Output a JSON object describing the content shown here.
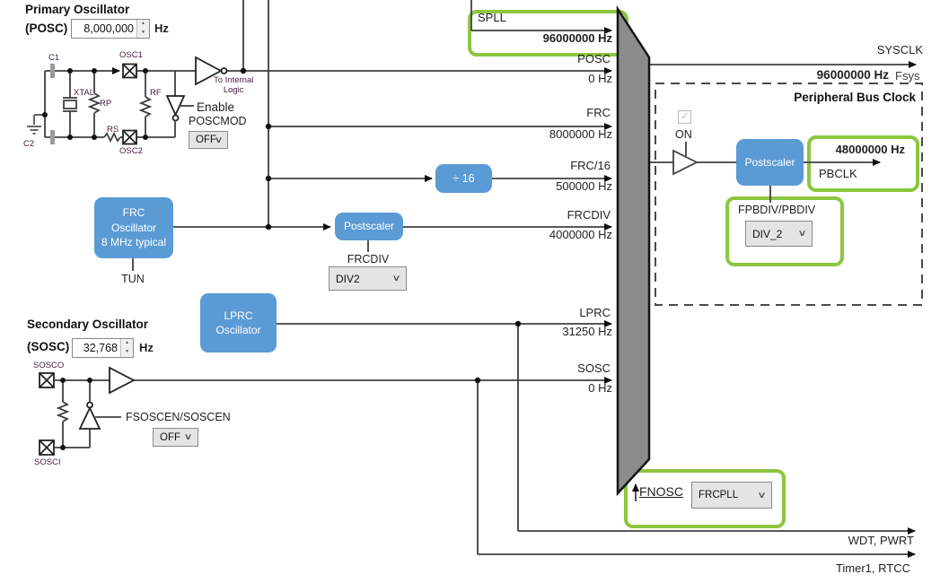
{
  "colors": {
    "highlight": "#8dc63f",
    "box_blue": "#5b9bd5"
  },
  "primary_osc": {
    "title": "Primary Oscillator",
    "subtitle": "(POSC)",
    "freq": "8,000,000",
    "unit": "Hz",
    "labels": {
      "c1": "C1",
      "osc1": "OSC1",
      "xtal": "XTAL",
      "rp": "RP",
      "rf": "RF",
      "rs": "RS",
      "c2": "C2",
      "osc2": "OSC2",
      "to_internal_1": "To Internal",
      "to_internal_2": "Logic",
      "enable_1": "Enable",
      "enable_2": "POSCMOD"
    },
    "poscmod_value": "OFF"
  },
  "frc_osc": {
    "line1": "FRC",
    "line2": "Oscillator",
    "line3": "8 MHz typical",
    "tun": "TUN"
  },
  "div16_label": "÷ 16",
  "frc_postscaler": {
    "label": "Postscaler",
    "param": "FRCDIV",
    "value": "DIV2"
  },
  "lprc_osc": {
    "line1": "LPRC",
    "line2": "Oscillator"
  },
  "secondary_osc": {
    "title": "Secondary Oscillator",
    "subtitle": "(SOSC)",
    "freq": "32,768",
    "unit": "Hz",
    "sosco": "SOSCO",
    "sosci": "SOSCI",
    "enable_label": "FSOSCEN/SOSCEN",
    "enable_value": "OFF"
  },
  "mux_inputs": [
    {
      "name": "SPLL",
      "value": "96000000 Hz"
    },
    {
      "name": "POSC",
      "value": "0 Hz"
    },
    {
      "name": "FRC",
      "value": "8000000 Hz"
    },
    {
      "name": "FRC/16",
      "value": "500000 Hz"
    },
    {
      "name": "FRCDIV",
      "value": "4000000 Hz"
    },
    {
      "name": "LPRC",
      "value": "31250 Hz"
    },
    {
      "name": "SOSC",
      "value": "0 Hz"
    }
  ],
  "sysclk": {
    "label": "SYSCLK",
    "value": "96000000 Hz",
    "alias": "Fsys"
  },
  "peripheral_bus": {
    "title": "Peripheral Bus Clock",
    "on_label": "ON",
    "postscaler": "Postscaler",
    "value": "48000000 Hz",
    "out_label": "PBCLK",
    "param": "FPBDIV/PBDIV",
    "param_value": "DIV_2"
  },
  "fnosc": {
    "label": "FNOSC",
    "value": "FRCPLL"
  },
  "outputs": {
    "wdt": "WDT, PWRT",
    "timer": "Timer1, RTCC"
  }
}
